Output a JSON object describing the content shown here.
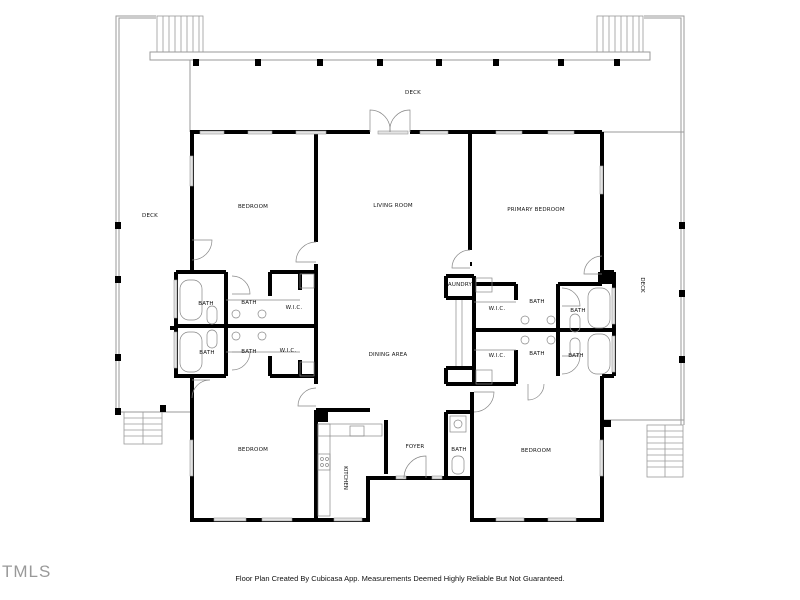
{
  "rooms": {
    "deck_top": "DECK",
    "deck_left": "DECK",
    "deck_right": "DECK",
    "bedroom_nw": "BEDROOM",
    "living_room": "LIVING ROOM",
    "primary_bedroom": "PRIMARY BEDROOM",
    "bath_l1": "BATH",
    "bath_l2": "BATH",
    "bath_l3": "BATH",
    "bath_l4": "BATH",
    "wic_l1": "W.I.C.",
    "wic_l2": "W.I.C.",
    "laundry": "AUNDRY",
    "wic_r1": "W.I.C.",
    "wic_r2": "W.I.C.",
    "bath_r1": "BATH",
    "bath_r2": "BATH",
    "bath_r3": "BATH",
    "bath_r4": "BATH",
    "dining_area": "DINING AREA",
    "bedroom_sw": "BEDROOM",
    "kitchen": "KITCHEN",
    "foyer": "FOYER",
    "bath_foyer": "BATH",
    "bedroom_se": "BEDROOM"
  },
  "footer": {
    "disclaimer": "Floor Plan Created By Cubicasa App. Measurements Deemed Highly Reliable But Not Guaranteed.",
    "brand": "TMLS"
  },
  "colors": {
    "wall": "#000000",
    "line": "#9a9a9a",
    "window": "#d8d8d8",
    "background": "#ffffff"
  }
}
